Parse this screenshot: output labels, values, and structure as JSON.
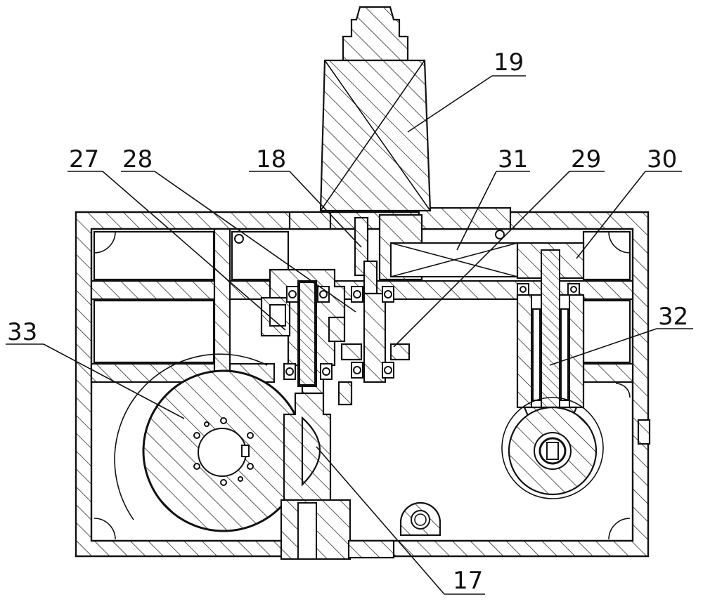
{
  "callouts": [
    {
      "id": "17",
      "text": "17"
    },
    {
      "id": "18",
      "text": "18"
    },
    {
      "id": "19",
      "text": "19"
    },
    {
      "id": "27",
      "text": "27"
    },
    {
      "id": "28",
      "text": "28"
    },
    {
      "id": "29",
      "text": "29"
    },
    {
      "id": "30",
      "text": "30"
    },
    {
      "id": "31",
      "text": "31"
    },
    {
      "id": "32",
      "text": "32"
    },
    {
      "id": "33",
      "text": "33"
    }
  ]
}
